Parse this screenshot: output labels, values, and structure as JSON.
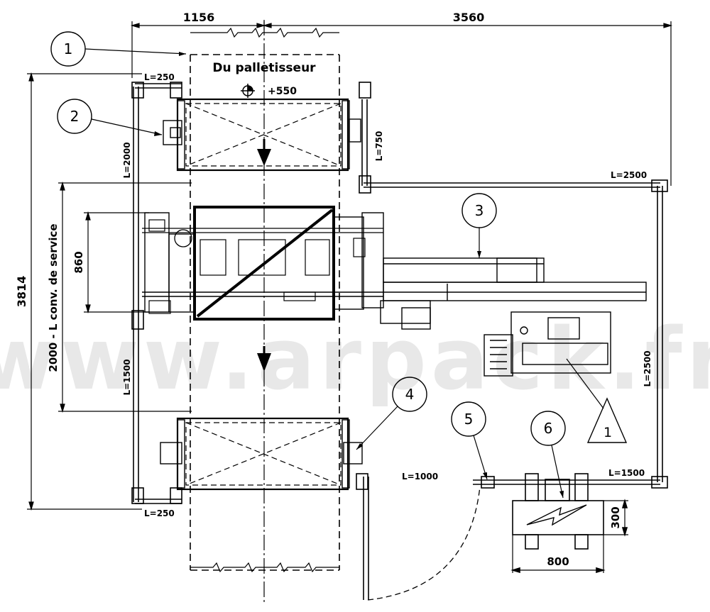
{
  "header": {
    "source_label": "Du palletisseur",
    "height_marker": "+550"
  },
  "dimensions": {
    "top_left_width": "1156",
    "top_right_width": "3560",
    "total_height": "3814",
    "service_conveyor": "2000 - L conv. de service",
    "machine_height": "860",
    "cabinet_height": "300",
    "cabinet_width": "800"
  },
  "fence_lengths": {
    "top_left_short": "L=250",
    "bottom_left_short": "L=250",
    "left_upper": "L=2000",
    "left_lower": "L=1500",
    "right_post": "L=750",
    "top_right": "L=2500",
    "right_vertical": "L=2500",
    "bottom_right": "L=1500",
    "door_opening": "L=1000"
  },
  "callouts": [
    "1",
    "2",
    "3",
    "4",
    "5",
    "6"
  ],
  "warning_triangle": "1",
  "watermark": "www.arpack.fr",
  "colors": {
    "line": "#000000",
    "watermark": "#bdbdbd",
    "background": "#ffffff"
  }
}
